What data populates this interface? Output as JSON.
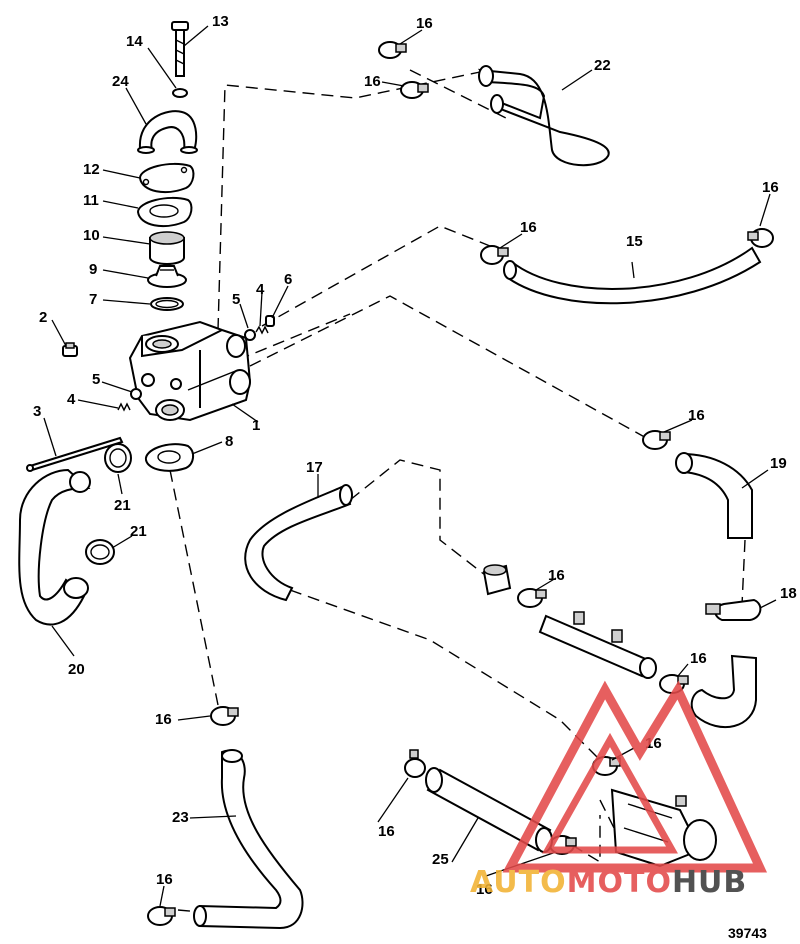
{
  "figure_number": "39743",
  "callouts": {
    "c1": "1",
    "c2": "2",
    "c3": "3",
    "c4a": "4",
    "c4b": "4",
    "c5a": "5",
    "c5b": "5",
    "c6": "6",
    "c7": "7",
    "c8": "8",
    "c9": "9",
    "c10": "10",
    "c11": "11",
    "c12": "12",
    "c13": "13",
    "c14": "14",
    "c15": "15",
    "c16_1": "16",
    "c16_2": "16",
    "c16_3": "16",
    "c16_4": "16",
    "c16_5": "16",
    "c16_6": "16",
    "c16_7": "16",
    "c16_8": "16",
    "c16_9": "16",
    "c16_10": "16",
    "c16_11": "16",
    "c16_12": "16",
    "c17": "17",
    "c18": "18",
    "c19": "19",
    "c20": "20",
    "c21a": "21",
    "c21b": "21",
    "c22": "22",
    "c23": "23",
    "c24": "24",
    "c25": "25"
  },
  "watermark": {
    "text_part1": "AUTO",
    "text_part2": "MOTO",
    "text_part3": "HUB",
    "colors": {
      "primary": "#e34a4a",
      "secondary": "#f2b233",
      "dark": "#3b3b3b"
    }
  }
}
